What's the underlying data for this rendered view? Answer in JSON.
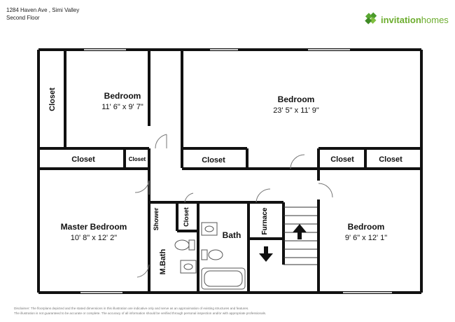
{
  "header": {
    "address": "1284 Haven Ave , Simi Valley",
    "floor": "Second Floor"
  },
  "brand": {
    "name_a": "invitation",
    "name_b": "homes",
    "color": "#6dad2f"
  },
  "rooms": {
    "bed1": {
      "name": "Bedroom",
      "dims": "11' 6\" x 9' 7\""
    },
    "bed2": {
      "name": "Bedroom",
      "dims": "23' 5\" x 11' 9\""
    },
    "master": {
      "name": "Master Bedroom",
      "dims": "10' 8\" x 12' 2\""
    },
    "bed3": {
      "name": "Bedroom",
      "dims": "9' 6\" x 12' 1\""
    },
    "closet_left": "Closet",
    "closet_mid_left": "Closet",
    "closet_small": "Closet",
    "closet_center": "Closet",
    "closet_right1": "Closet",
    "closet_right2": "Closet",
    "closet_bath": "Closet",
    "shower": "Shower",
    "mbath": "M.Bath",
    "bath": "Bath",
    "furnace": "Furnace"
  },
  "disclaimer": {
    "line1": "Disclaimer: The floorplans depicted and the stated dimensions in this illustration are indicative only and serve as an approximation of existing structures and features.",
    "line2": "The illustration is not guaranteed to be accurate or complete. The accuracy of all information should be verified through personal inspection and/or with appropriate professionals."
  }
}
